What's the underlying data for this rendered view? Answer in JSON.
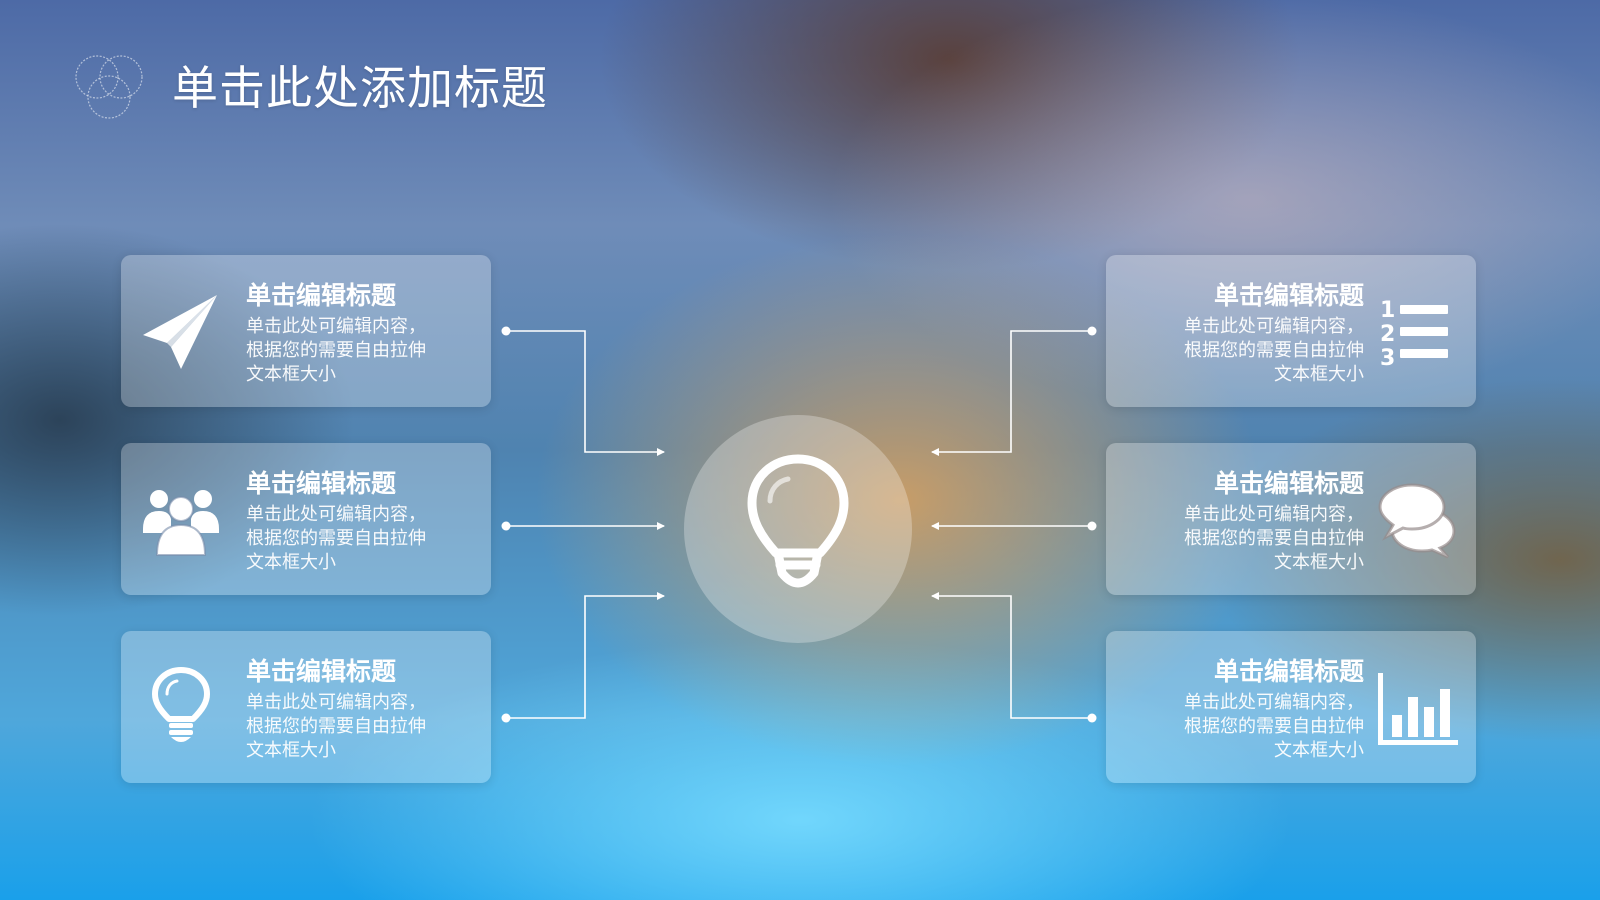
{
  "slide": {
    "title": "单击此处添加标题"
  },
  "cards": [
    {
      "title": "单击编辑标题",
      "body_lines": [
        "单击此处可编辑内容，",
        "根据您的需要自由拉伸",
        "文本框大小"
      ],
      "icon": "paper-plane-icon"
    },
    {
      "title": "单击编辑标题",
      "body_lines": [
        "单击此处可编辑内容，",
        "根据您的需要自由拉伸",
        "文本框大小"
      ],
      "icon": "users-group-icon"
    },
    {
      "title": "单击编辑标题",
      "body_lines": [
        "单击此处可编辑内容，",
        "根据您的需要自由拉伸",
        "文本框大小"
      ],
      "icon": "lightbulb-icon"
    },
    {
      "title": "单击编辑标题",
      "body_lines": [
        "单击此处可编辑内容，",
        "根据您的需要自由拉伸",
        "文本框大小"
      ],
      "icon": "numbered-list-icon"
    },
    {
      "title": "单击编辑标题",
      "body_lines": [
        "单击此处可编辑内容，",
        "根据您的需要自由拉伸",
        "文本框大小"
      ],
      "icon": "chat-bubbles-icon"
    },
    {
      "title": "单击编辑标题",
      "body_lines": [
        "单击此处可编辑内容，",
        "根据您的需要自由拉伸",
        "文本框大小"
      ],
      "icon": "bar-chart-icon"
    }
  ],
  "center": {
    "icon": "lightbulb-icon"
  },
  "list_icon_numbers": [
    "1",
    "2",
    "3"
  ]
}
